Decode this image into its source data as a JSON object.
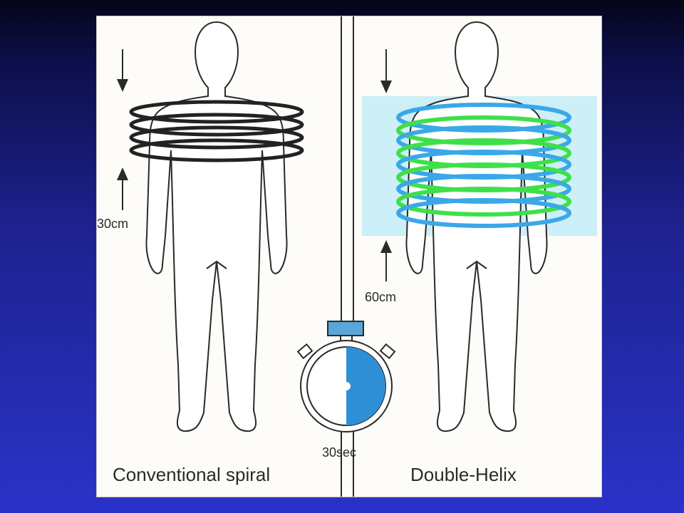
{
  "left_panel": {
    "caption": "Conventional spiral",
    "coverage_label": "30cm"
  },
  "right_panel": {
    "caption": "Double-Helix",
    "coverage_label": "60cm"
  },
  "timer": {
    "label": "30sec",
    "fraction_shown": 0.5
  },
  "colors": {
    "conventional_ring": "#222222",
    "helix_ring_a": "#3aa8e8",
    "helix_ring_b": "#3ee04a",
    "scan_region": "#cdeff7",
    "stopwatch_fill": "#2f8fd6"
  }
}
